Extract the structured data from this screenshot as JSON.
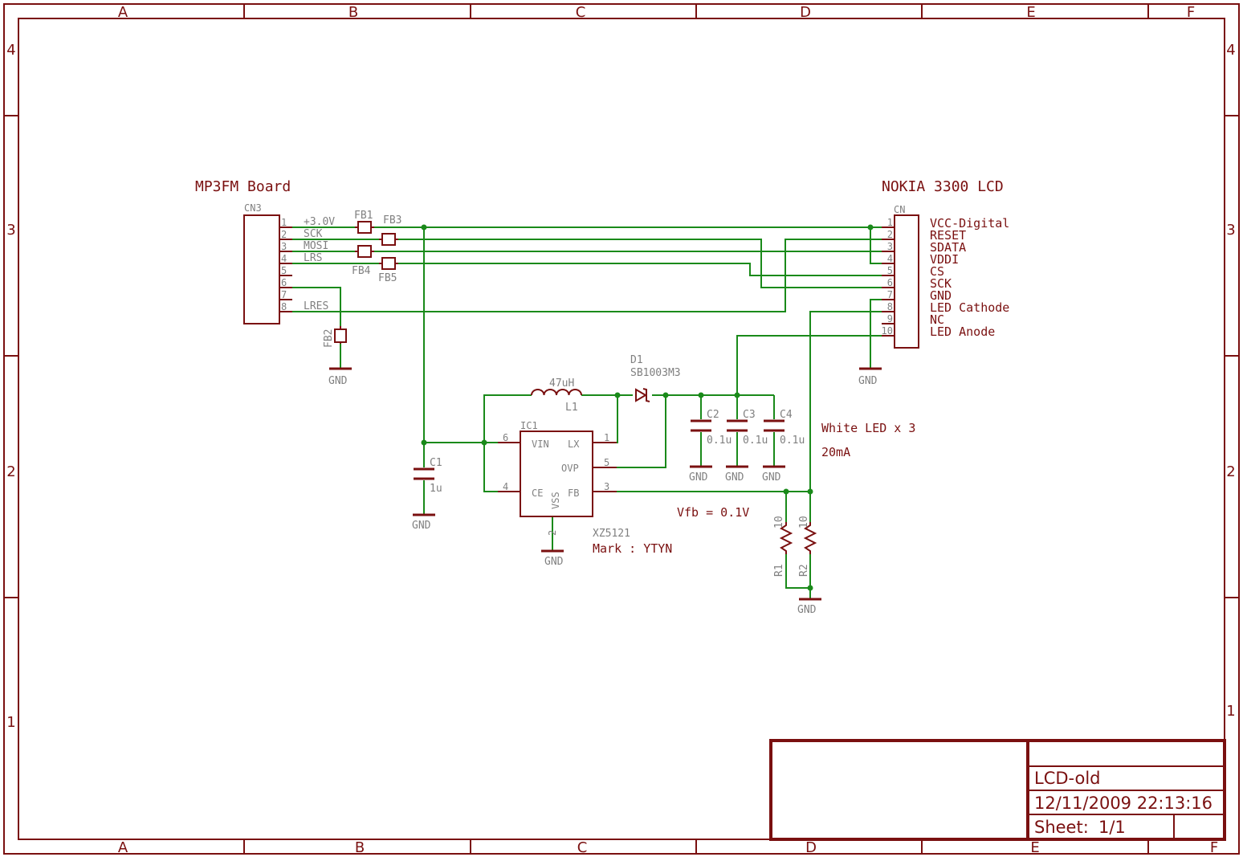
{
  "frame": {
    "columns": [
      "A",
      "B",
      "C",
      "D",
      "E",
      "F"
    ],
    "rows": [
      "4",
      "3",
      "2",
      "1"
    ]
  },
  "left_connector": {
    "board_title": "MP3FM Board",
    "ref": "CN3",
    "pins": [
      {
        "num": "1",
        "name": "+3.0V"
      },
      {
        "num": "2",
        "name": "SCK"
      },
      {
        "num": "3",
        "name": "MOSI"
      },
      {
        "num": "4",
        "name": "LRS"
      },
      {
        "num": "5",
        "name": ""
      },
      {
        "num": "6",
        "name": ""
      },
      {
        "num": "7",
        "name": ""
      },
      {
        "num": "8",
        "name": "LRES"
      }
    ]
  },
  "right_connector": {
    "board_title": "NOKIA 3300 LCD",
    "ref": "CN",
    "pins": [
      {
        "num": "1",
        "name": "VCC-Digital"
      },
      {
        "num": "2",
        "name": "RESET"
      },
      {
        "num": "3",
        "name": "SDATA"
      },
      {
        "num": "4",
        "name": "VDDI"
      },
      {
        "num": "5",
        "name": "CS"
      },
      {
        "num": "6",
        "name": "SCK"
      },
      {
        "num": "7",
        "name": "GND"
      },
      {
        "num": "8",
        "name": "LED Cathode"
      },
      {
        "num": "9",
        "name": "NC"
      },
      {
        "num": "10",
        "name": "LED Anode"
      }
    ]
  },
  "ferrites": {
    "fb1": "FB1",
    "fb2": "FB2",
    "fb3": "FB3",
    "fb4": "FB4",
    "fb5": "FB5"
  },
  "gnd_label": "GND",
  "ic": {
    "ref": "IC1",
    "part": "XZ5121",
    "mark": "Mark : YTYN",
    "pins": {
      "vin": "VIN",
      "lx": "LX",
      "ovp": "OVP",
      "ce": "CE",
      "fb": "FB",
      "vss": "VSS"
    },
    "pin_numbers": {
      "vin": "6",
      "lx": "1",
      "ovp": "5",
      "ce": "4",
      "fb": "3",
      "vss": "2"
    }
  },
  "inductor": {
    "ref": "L1",
    "value": "47uH"
  },
  "diode": {
    "ref": "D1",
    "part": "SB1003M3"
  },
  "capacitors": [
    {
      "ref": "C1",
      "value": "1u"
    },
    {
      "ref": "C2",
      "value": "0.1u"
    },
    {
      "ref": "C3",
      "value": "0.1u"
    },
    {
      "ref": "C4",
      "value": "0.1u"
    }
  ],
  "resistors": [
    {
      "ref": "R1",
      "value": "10"
    },
    {
      "ref": "R2",
      "value": "10"
    }
  ],
  "notes": {
    "led": "White LED x 3",
    "current": "20mA",
    "vfb": "Vfb = 0.1V"
  },
  "title_block": {
    "name": "LCD-old",
    "datetime": "12/11/2009 22:13:16",
    "sheet_label": "Sheet:",
    "sheet_value": "1/1"
  },
  "colors": {
    "component": "#7a1010",
    "wire": "#1a8a1a",
    "grey_text": "#808080"
  }
}
